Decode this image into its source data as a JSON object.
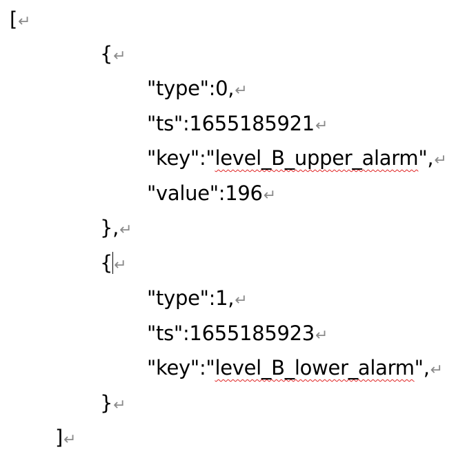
{
  "document": {
    "return_mark": "↵",
    "lines": [
      {
        "text": "["
      },
      {
        "text": "{"
      },
      {
        "text": "\"type\":0,"
      },
      {
        "text": "\"ts\":1655185921"
      },
      {
        "pre": "\"key\":\"",
        "word": "level_B_upper_alarm",
        "post": "\","
      },
      {
        "text": "\"value\":196"
      },
      {
        "text": "},"
      },
      {
        "text": "{"
      },
      {
        "text": "\"type\":1,"
      },
      {
        "text": "\"ts\":1655185923"
      },
      {
        "pre": "\"key\":\"",
        "word": "level_B_lower_alarm",
        "post": "\","
      },
      {
        "text": "}"
      },
      {
        "text": "]"
      }
    ]
  }
}
